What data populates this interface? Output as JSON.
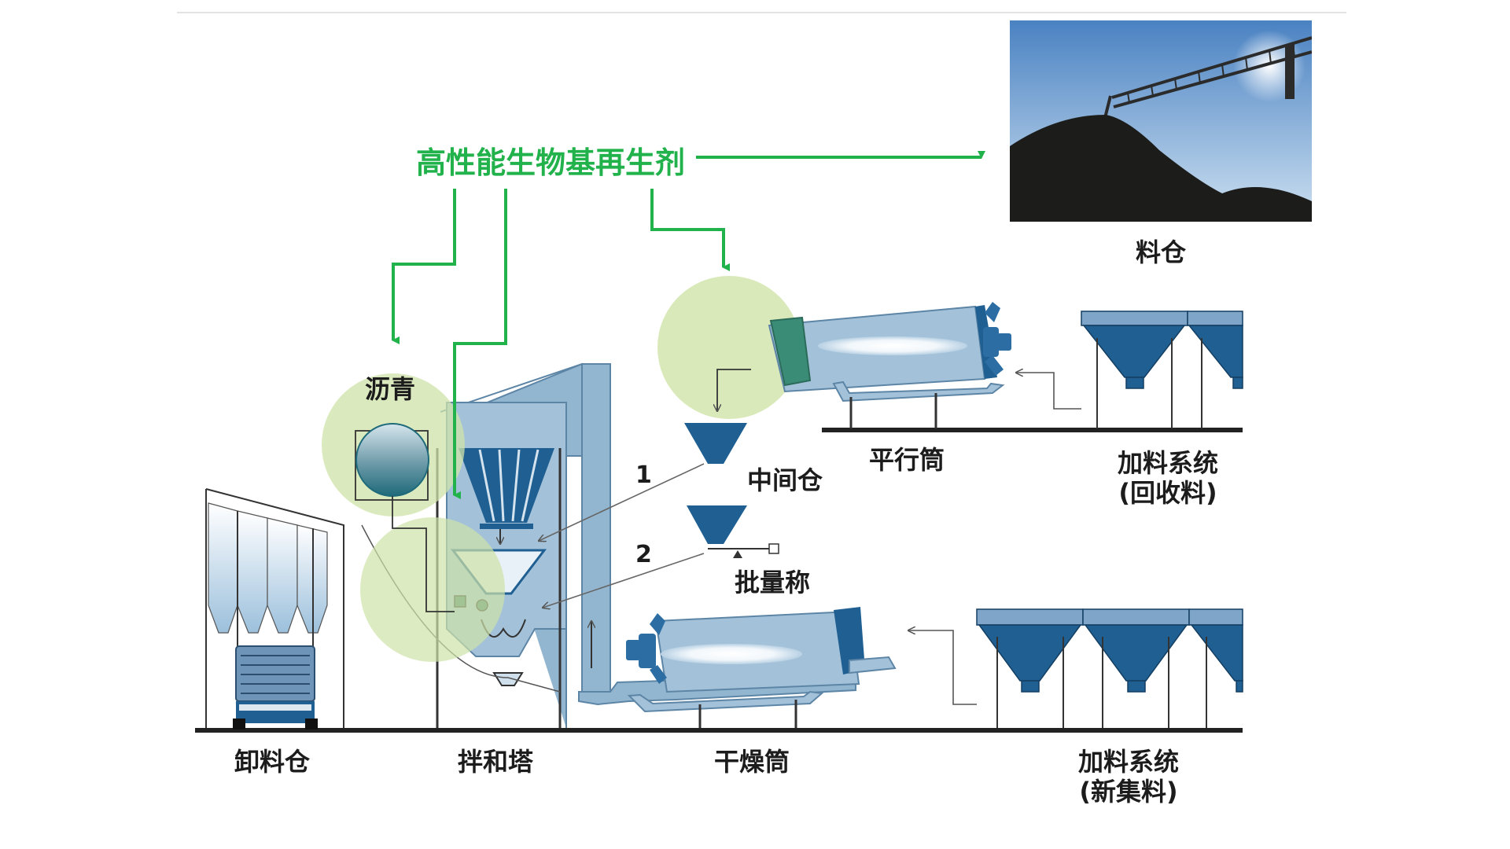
{
  "agent": "高性能生物基再生剂",
  "labels": {
    "storage": "料仓",
    "asphalt": "沥青",
    "surge_bin": "中间仓",
    "weigh_hopper": "批量称",
    "parallel_drum": "平行筒",
    "feed_recycled_1": "加料系统",
    "feed_recycled_2": "(回收料)",
    "discharge_silo": "卸料仓",
    "mixing_tower": "拌和塔",
    "dryer_drum": "干燥筒",
    "feed_virgin_1": "加料系统",
    "feed_virgin_2": "(新集料)",
    "path_1": "1",
    "path_2": "2"
  },
  "colors": {
    "accent_green": "#21b24b",
    "highlight_circle": "#cfe3a8",
    "machine_blue": "#93b6d0",
    "dark_blue": "#1f5f92"
  }
}
